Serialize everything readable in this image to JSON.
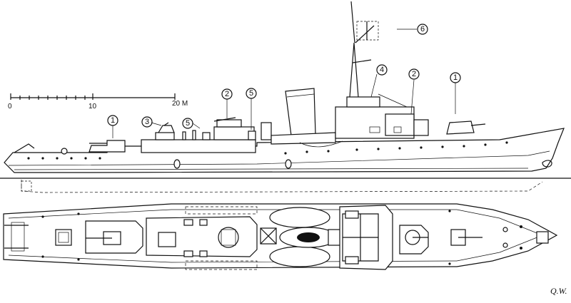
{
  "scale_bar": {
    "tick_labels": [
      "0",
      "10",
      "20 M"
    ]
  },
  "callouts": {
    "radar": "6",
    "mast": "4",
    "gun_bridge": "2",
    "gun_fore": "1",
    "gun_aft_mid": "2",
    "deck_mid": "5",
    "deck_aft": "5",
    "aa_aft": "3",
    "gun_aft": "1"
  },
  "signature": "Q.W."
}
